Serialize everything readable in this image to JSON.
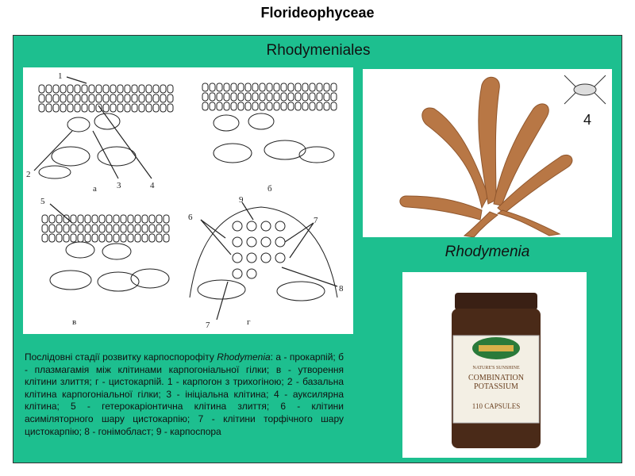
{
  "page_title": "Florideophyceae",
  "panel_title": "Rhodymeniales",
  "genus_label": "Rhodymenia",
  "photo_badge": "4",
  "caption": {
    "part1": "Послідовні стадії розвитку карпоспорофіту ",
    "italic": "Rhodymenia",
    "part2": ": а - прокарпій; б - плазмагамія між клітинами карпогоніальної гілки; в - утворення клітини злиття; г - цистокарпій. 1 - карпогон з трихогіною; 2 - базальна клітина карпогоніальної гілки; 3 - ініціальна клітина; 4 - ауксилярна клітина; 5 - гетерокаріонтична клітина злиття; 6 - клітини асиміляторного шару цистокарпію; 7 - клітини торфічного шару цистокарпію; 8 - гонімобласт; 9 - карпоспора"
  },
  "diagram": {
    "panel_labels": [
      "а",
      "б",
      "в",
      "г"
    ],
    "numbers": [
      "1",
      "2",
      "3",
      "4",
      "5",
      "6",
      "7",
      "7",
      "8",
      "9"
    ]
  },
  "jar": {
    "brand": "NATURE'S SUNSHINE",
    "line1": "COMBINATION",
    "line2": "POTASSIUM",
    "line3": "110 CAPSULES"
  },
  "colors": {
    "panel_bg": "#1dbf8f",
    "seaweed": "#b5703c",
    "jar": "#4a2a18"
  }
}
